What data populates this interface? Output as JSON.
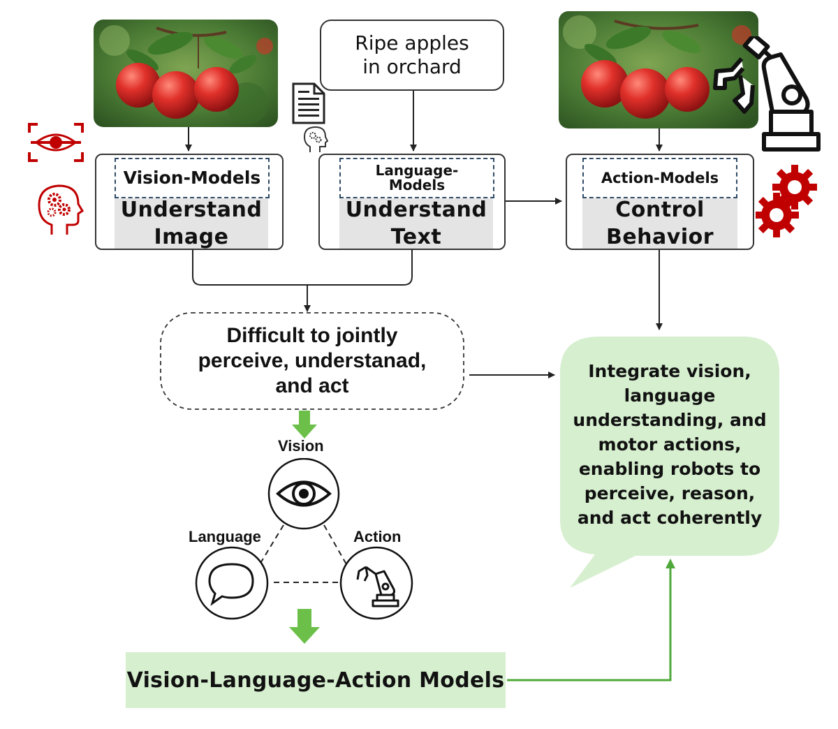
{
  "images": {
    "left_photo": "apples-on-branch-photo",
    "right_photo": "apples-on-branch-with-robot-arm-photo"
  },
  "caption": {
    "line1": "Ripe apples",
    "line2": "in orchard"
  },
  "vision_model": {
    "tag": "Vision-Models",
    "line1": "Understand",
    "line2": "Image"
  },
  "language_model": {
    "tag_line1": "Language-",
    "tag_line2": "Models",
    "line1": "Understand",
    "line2": "Text"
  },
  "action_model": {
    "tag": "Action-Models",
    "line1": "Control",
    "line2": "Behavior"
  },
  "difficulty": {
    "line1": "Difficult to jointly",
    "line2": "perceive, understanad,",
    "line3": "and act"
  },
  "integrate": {
    "lines": [
      "Integrate vision,",
      "language",
      "understanding, and",
      "motor actions,",
      "enabling robots to",
      "perceive, reason,",
      "and act coherently"
    ]
  },
  "triad": {
    "vision": "Vision",
    "language": "Language",
    "action": "Action"
  },
  "vla": {
    "label": "Vision-Language-Action Models"
  },
  "icons": {
    "eye_scan": "eye-scan-icon",
    "head_gears": "head-gears-icon",
    "document": "document-icon",
    "thinking_head": "thinking-head-icon",
    "robot_arm": "robot-arm-icon",
    "gears": "gears-icon"
  },
  "colors": {
    "accent_red": "#c00000",
    "green_fill": "#d6efcf",
    "green_arrow": "#6cc04a",
    "green_line": "#4fa83a",
    "tag_border": "#2f4a66",
    "body_gray": "#e4e4e4"
  }
}
